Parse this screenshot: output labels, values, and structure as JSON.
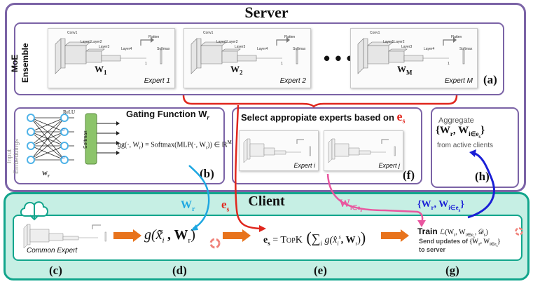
{
  "server": {
    "title": "Server",
    "moe_label": "MoE Ensemble",
    "panel_a": "(a)",
    "experts": [
      {
        "caption": "Expert 1",
        "weight": "W",
        "sub": "1"
      },
      {
        "caption": "Expert 2",
        "weight": "W",
        "sub": "2"
      },
      {
        "caption": "Expert M",
        "weight": "W",
        "sub": "M"
      }
    ],
    "ellipsis": "• • •",
    "layer_labels": {
      "conv1": "Conv1",
      "layer12": "Layer1Layer2",
      "layer3": "Layer3",
      "layer4": "Layer4",
      "flatten": "Flatten",
      "softmax": "Softmax",
      "one": "1"
    },
    "gating": {
      "title": "Gating Function W",
      "title_sub": "r",
      "input_label": "Input Embeddings",
      "relu": "ReLU",
      "sigma": "σ",
      "softmax_block": "Softmax",
      "wr": "W",
      "wr_sub": "r",
      "formula": "g(·, W",
      "formula_sub": "r",
      "formula_rest": ") = Softmax(MLP(·, W",
      "formula_rest_sub": "r",
      "formula_tail": ")) ∈ ℝ",
      "formula_sup": "M",
      "panel": "(b)"
    },
    "select": {
      "title": "Select appropiate experts based on ",
      "title_var": "e",
      "title_sub": "s",
      "expert_i": "Expert i",
      "expert_j": "Expert j",
      "panel": "(f)"
    },
    "aggregate": {
      "line1": "Aggregate",
      "set_open": "{W",
      "set_r": "r",
      "set_mid": ", W",
      "set_sub": "i∈e",
      "set_sub2": "s",
      "set_close": "}",
      "line3": "from active clients",
      "panel": "(h)"
    }
  },
  "client": {
    "title": "Client",
    "common_expert": "Common Expert",
    "wr_label": "W",
    "wr_sub": "r",
    "es_label": "e",
    "es_sub": "s",
    "wies_label": "W",
    "wies_sub": "i∈e",
    "wies_sub2": "s",
    "set_label": "{W",
    "set_r": "r",
    "set_mid": ", W",
    "set_sub": "i∈e",
    "set_sub2": "s",
    "set_close": "}",
    "d_formula": "g(x̂",
    "d_sub": "i",
    "d_sup": "s",
    "d_rest": ", W",
    "d_rest_sub": "r",
    "d_close": ")",
    "e_formula": "e",
    "e_sub": "s",
    "e_eq": " = TopK",
    "e_sum": "∑",
    "e_sum_sub": "i",
    "e_inner": "g(x̂",
    "e_inner_sub": "i",
    "e_inner_sup": "s",
    "e_inner_rest": ", W",
    "e_inner_rest_sub": "r",
    "e_inner_close": ")",
    "train_label": "Train",
    "train_loss": "ℒ(W",
    "train_loss_r": "r",
    "train_loss_mid": ", W",
    "train_loss_sub": "i∈e",
    "train_loss_sub2": "s",
    "train_loss_d": ", 𝒟",
    "train_loss_d_sub": "s",
    "train_loss_close": ")",
    "send_line1": "Send updates of ",
    "send_set": "{W",
    "send_set_r": "r",
    "send_set_mid": ", W",
    "send_set_sub": "i∈e",
    "send_set_sub2": "s",
    "send_set_close": "}",
    "send_line2": "to server",
    "panels": [
      "(c)",
      "(d)",
      "(e)",
      "(g)"
    ]
  },
  "colors": {
    "server_border": "#7b63a6",
    "client_border": "#12a58c",
    "client_fill": "#c6efe4",
    "red_arrow": "#e0261d",
    "blue_arrow": "#1ea7e1",
    "pink_arrow": "#e9569f",
    "navy_arrow": "#1a1fd6",
    "orange_arrow": "#e8731c",
    "gating_green": "#8cc46a"
  }
}
